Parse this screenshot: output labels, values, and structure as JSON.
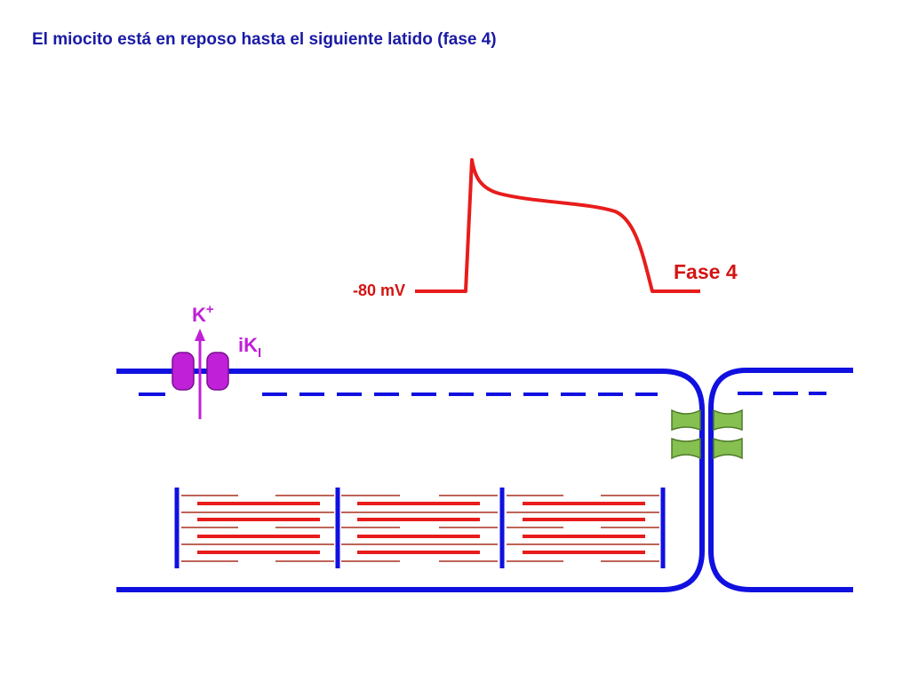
{
  "title": "El miocito está en reposo hasta el siguiente latido (fase 4)",
  "labels": {
    "resting_potential": "-80 mV",
    "phase": "Fase 4",
    "ion": "K",
    "ion_charge": "+",
    "current": "iK",
    "current_subscript": "I"
  },
  "colors": {
    "title": "#1a1aa6",
    "membrane": "#1010e0",
    "action_potential": "#e81c1c",
    "ion_channel": "#c020d8",
    "gap_junction": "#86c050",
    "sarcomere_thick": "#e81c1c",
    "sarcomere_thin": "#a83020"
  },
  "icons": {
    "ion_channel": "ion-channel-icon",
    "efflux_arrow": "arrow-up-icon",
    "gap_junction": "gap-junction-icon"
  }
}
